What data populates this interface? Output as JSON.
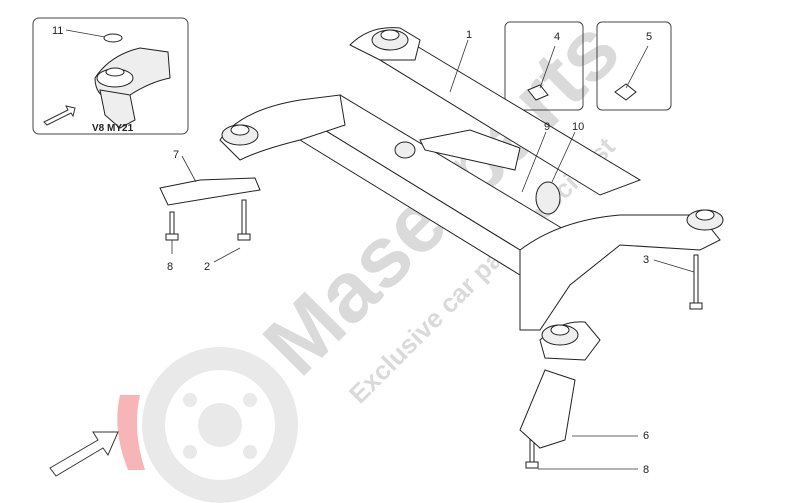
{
  "watermark": {
    "brand": "Maserparts",
    "tagline": "Exclusive car parts specialist"
  },
  "insets": [
    {
      "id": "inset-engine",
      "caption": "V8 MY21",
      "callout": "11"
    },
    {
      "id": "inset-clip-4",
      "caption": "",
      "callout": "4"
    },
    {
      "id": "inset-clip-5",
      "caption": "",
      "callout": "5"
    }
  ],
  "callouts": [
    "1",
    "2",
    "3",
    "6",
    "7",
    "8",
    "8",
    "9",
    "10"
  ],
  "colors": {
    "line": "#222222",
    "watermark": "#bdbdbd",
    "watermark_red": "#e8333b"
  }
}
